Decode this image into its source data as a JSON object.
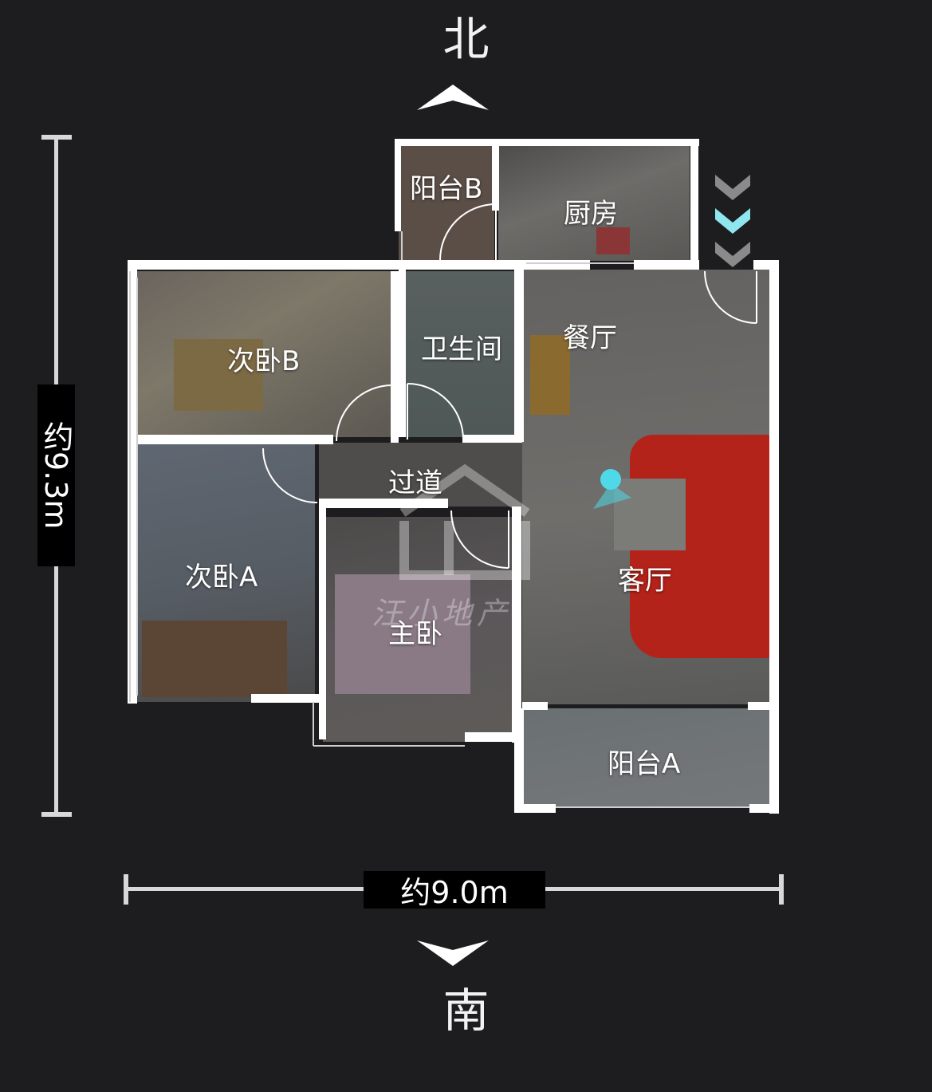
{
  "compass": {
    "north": "北",
    "south": "南"
  },
  "dimensions": {
    "height_label": "约9.3m",
    "width_label": "约9.0m"
  },
  "rooms": {
    "balcony_b": "阳台B",
    "kitchen": "厨房",
    "bedroom_b": "次卧B",
    "bathroom": "卫生间",
    "dining": "餐厅",
    "hallway": "过道",
    "bedroom_a": "次卧A",
    "master": "主卧",
    "living": "客厅",
    "balcony_a": "阳台A"
  },
  "watermark": "汪小地产",
  "colors": {
    "background": "#1d1d1f",
    "wall": "#ffffff",
    "position_marker": "#4fd8e8",
    "sofa": "#b3231a"
  },
  "icons": {
    "north_arrow": "chevron-up-icon",
    "south_arrow": "chevron-down-icon",
    "entrance": "triple-chevron-down-icon",
    "viewer_position": "location-dot-icon"
  }
}
